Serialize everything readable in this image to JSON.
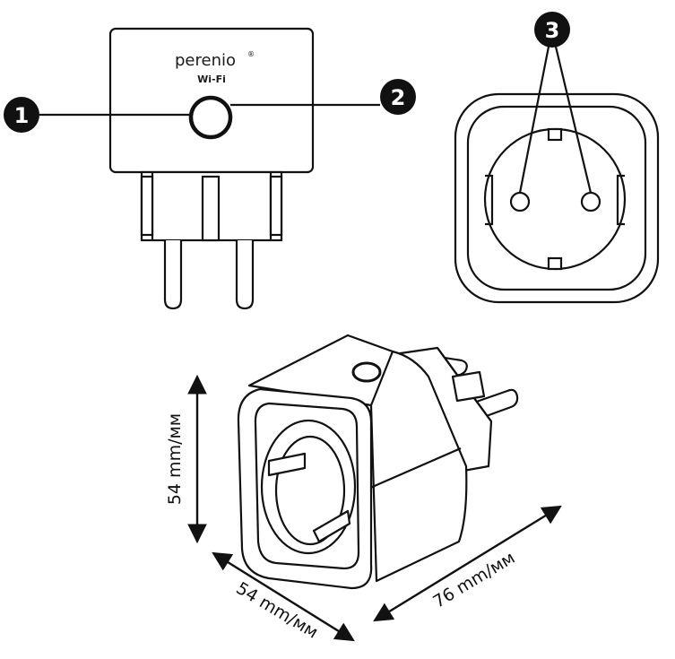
{
  "front_view": {
    "brand": "perenio",
    "brand_mark": "®",
    "wifi_label": "Wi-Fi"
  },
  "callouts": {
    "one": "1",
    "two": "2",
    "three": "3"
  },
  "dimensions": {
    "height": "54 mm/мм",
    "depth": "54 mm/мм",
    "length": "76 mm/мм"
  },
  "colors": {
    "line": "#111111",
    "callout_fill": "#111111"
  }
}
